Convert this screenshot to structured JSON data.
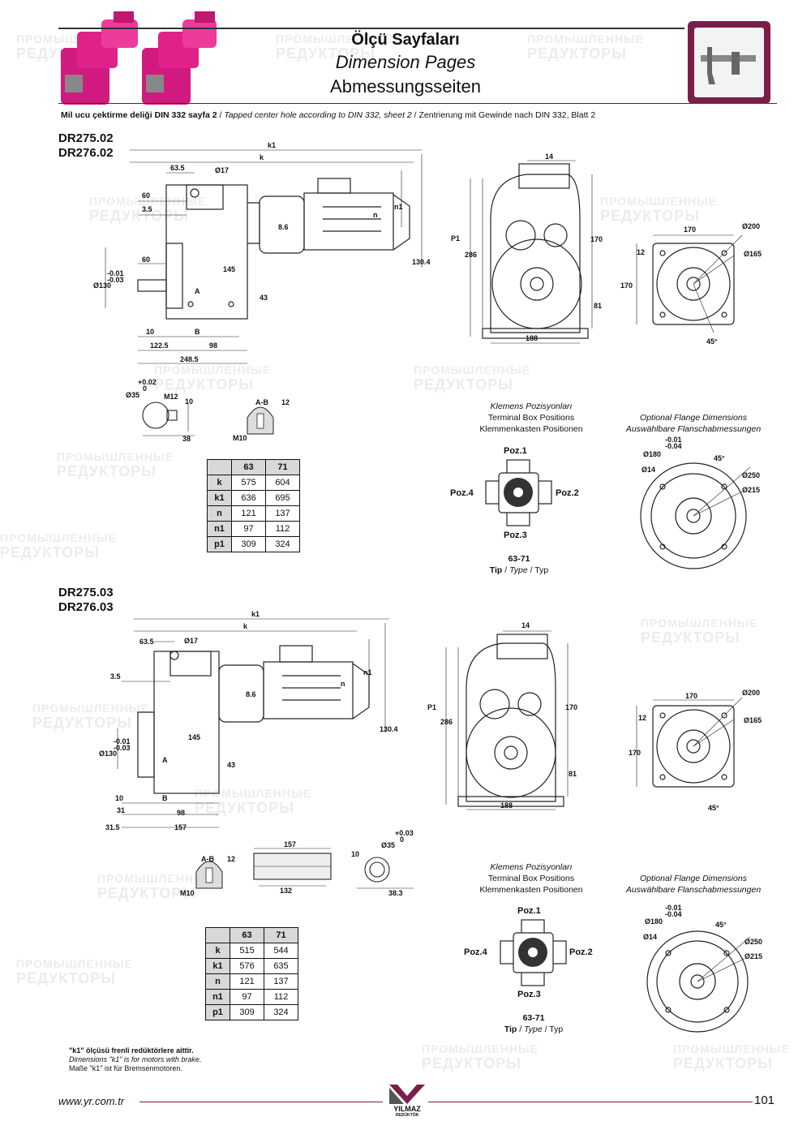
{
  "header": {
    "title_tr": "Ölçü Sayfaları",
    "title_en": "Dimension Pages",
    "title_de": "Abmessungsseiten"
  },
  "note": {
    "tr": "Mil ucu çektirme deliği DIN 332 sayfa 2",
    "en": "Tapped center hole according to DIN 332, sheet 2",
    "de": "Zentrierung mit Gewinde nach DIN 332, Blatt 2",
    "sep": "/"
  },
  "section1": {
    "model1": "DR275.02",
    "model2": "DR276.02",
    "table": {
      "headers": [
        "",
        "63",
        "71"
      ],
      "rows": [
        [
          "k",
          "575",
          "604"
        ],
        [
          "k1",
          "636",
          "695"
        ],
        [
          "n",
          "121",
          "137"
        ],
        [
          "n1",
          "97",
          "112"
        ],
        [
          "p1",
          "309",
          "324"
        ]
      ]
    },
    "dims": {
      "k1": "k1",
      "k": "k",
      "d635": "63.5",
      "d17": "Ø17",
      "d60a": "60",
      "d35": "3.5",
      "d60b": "60",
      "d130": "Ø130",
      "tol1": "-0.01",
      "tol2": "-0.03",
      "d145": "145",
      "dA": "A",
      "d43": "43",
      "d10": "10",
      "dB": "B",
      "d1225": "122.5",
      "d98": "98",
      "d2485": "248.5",
      "d86": "8.6",
      "dn1": "n1",
      "dn": "n",
      "d1304": "130.4",
      "d14": "14",
      "dP1": "P1",
      "d286": "286",
      "d170": "170",
      "d81": "81",
      "d188": "188",
      "f170": "170",
      "f200": "Ø200",
      "f12": "12",
      "f165": "Ø165",
      "f170b": "170",
      "f45": "45°"
    },
    "shaft": {
      "d35": "Ø35",
      "tolp": "+0.02",
      "tol0": "0",
      "m12": "M12",
      "d10": "10",
      "d38": "38",
      "ab": "A-B",
      "d12": "12",
      "m10": "M10"
    }
  },
  "section2": {
    "model1": "DR275.03",
    "model2": "DR276.03",
    "table": {
      "headers": [
        "",
        "63",
        "71"
      ],
      "rows": [
        [
          "k",
          "515",
          "544"
        ],
        [
          "k1",
          "576",
          "635"
        ],
        [
          "n",
          "121",
          "137"
        ],
        [
          "n1",
          "97",
          "112"
        ],
        [
          "p1",
          "309",
          "324"
        ]
      ]
    },
    "dims": {
      "k1": "k1",
      "k": "k",
      "d635": "63.5",
      "d17": "Ø17",
      "d35": "3.5",
      "d130": "Ø130",
      "tol1": "-0.01",
      "tol2": "-0.03",
      "d145": "145",
      "dA": "A",
      "d43": "43",
      "d10": "10",
      "d31": "31",
      "dB": "B",
      "d98": "98",
      "d315": "31.5",
      "d157": "157",
      "d86": "8.6",
      "dn1": "n1",
      "dn": "n",
      "d1304": "130.4",
      "d14": "14",
      "dP1": "P1",
      "d286": "286",
      "d170": "170",
      "d81": "81",
      "d188": "188",
      "f170": "170",
      "f200": "Ø200",
      "f12": "12",
      "f165": "Ø165",
      "f170b": "170",
      "f45": "45°"
    },
    "shaft": {
      "ab": "A-B",
      "d12": "12",
      "m10": "M10",
      "d157": "157",
      "d132": "132",
      "d10": "10",
      "d35": "Ø35",
      "tolp": "+0.03",
      "tol0": "0",
      "d383": "38.3"
    }
  },
  "terminal": {
    "tr": "Klemens Pozisyonları",
    "en": "Terminal Box Positions",
    "de": "Klemmenkasten Positionen",
    "poz1": "Poz.1",
    "poz2": "Poz.2",
    "poz3": "Poz.3",
    "poz4": "Poz.4",
    "type": "63-71",
    "tip": "Tip",
    "type_en": "Type",
    "typ": "Typ",
    "sep": "/"
  },
  "flange": {
    "en": "Optional Flange Dimensions",
    "de": "Auswählbare Flanschabmessungen",
    "tol1": "-0.01",
    "tol2": "-0.04",
    "d180": "Ø180",
    "d14": "Ø14",
    "a45": "45°",
    "d250": "Ø250",
    "d215": "Ø215"
  },
  "footnote": {
    "tr": "\"k1\" ölçüsü frenli redüktörlere aittir.",
    "en": "Dimensions \"k1\" is for motors with brake.",
    "de": "Maße \"k1\" ist für Bremsenmotoren."
  },
  "footer": {
    "url": "www.yr.com.tr",
    "page": "101",
    "brand": "YILMAZ",
    "brand_sub": "REDÜKTÖR"
  },
  "watermark": {
    "line1": "ПРОМЫШЛЕННЫЕ",
    "line2": "РЕДУКТОРЫ"
  },
  "colors": {
    "product": "#e0218a",
    "icon_frame": "#7a1e4a",
    "rule": "#333333",
    "footer_line": "#7a1e4a"
  }
}
